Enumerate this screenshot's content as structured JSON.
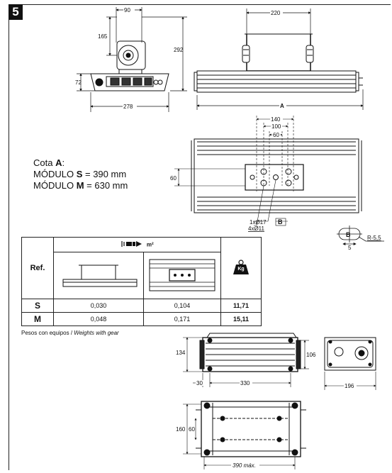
{
  "section": {
    "number": "5"
  },
  "cota": {
    "label": "Cota",
    "letter": "A",
    "colon": ":",
    "line_s_prefix": "MÓDULO",
    "line_s_letter": "S",
    "line_s_value": "= 390 mm",
    "line_m_prefix": "MÓDULO",
    "line_m_letter": "M",
    "line_m_value": "= 630 mm"
  },
  "dims_top": {
    "d90": "90",
    "d165": "165",
    "d72": "72",
    "d278": "278",
    "d292": "292",
    "d220": "220",
    "a": "A"
  },
  "dims_mid": {
    "d140": "140",
    "d100": "100",
    "d60": "60",
    "d60_left": "60",
    "hole1": "1xØ17",
    "hole4": "4xØ11",
    "b": "B",
    "detail_b": "B",
    "detail_5": "5",
    "detail_r": "R-5,5"
  },
  "table": {
    "wind_unit": "m²",
    "ref_header": "Ref.",
    "weight_icon": "Kg",
    "rows": [
      {
        "ref": "S",
        "a": "0,030",
        "b": "0,104",
        "kg": "11,71"
      },
      {
        "ref": "M",
        "a": "0,048",
        "b": "0,171",
        "kg": "15,11"
      }
    ]
  },
  "note": {
    "es": "Pesos con equipos /",
    "en": "Weights with gear"
  },
  "dims_bottom": {
    "d134": "134",
    "d106": "106",
    "d30": "30",
    "d330": "330",
    "d196": "196",
    "d160": "160",
    "d60": "60",
    "d390": "390 máx."
  }
}
